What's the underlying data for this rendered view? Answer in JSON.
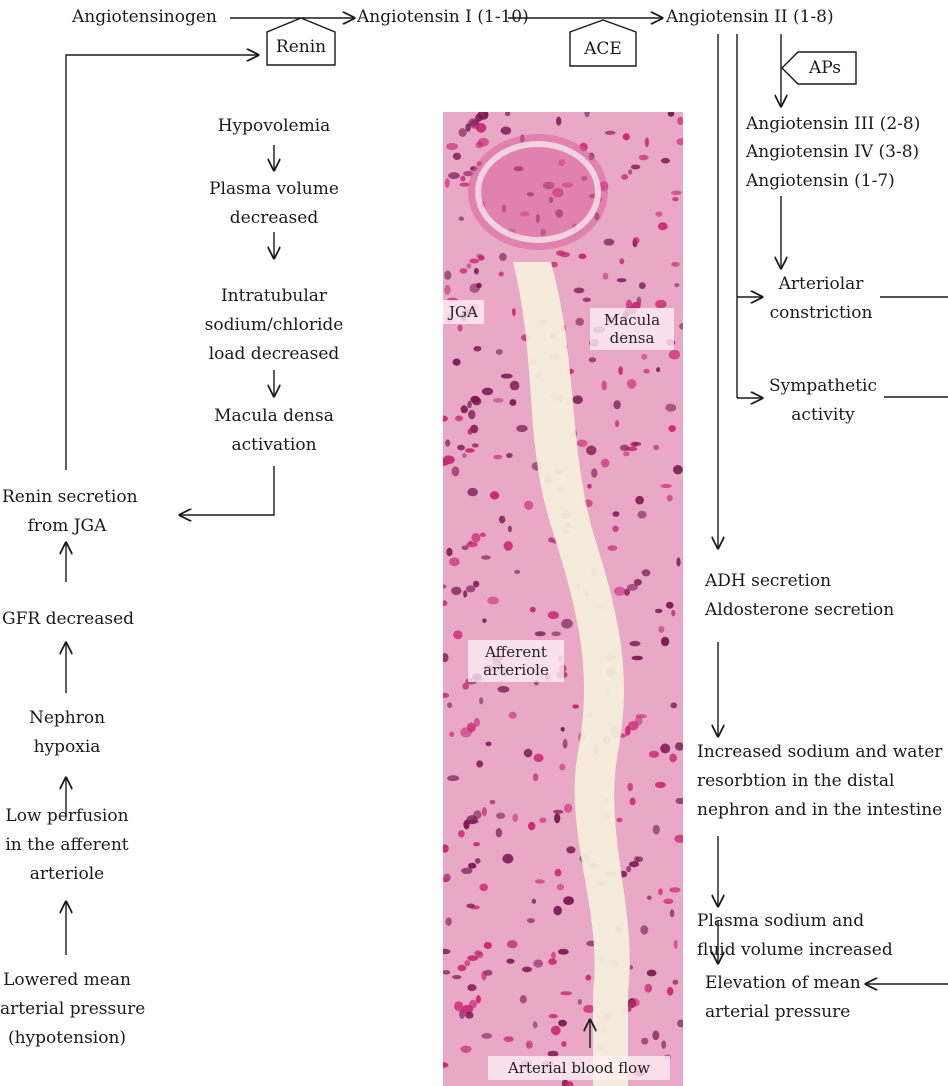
{
  "cascade": {
    "angiotensinogen": "Angiotensinogen",
    "ang1": "Angiotensin I (1-10)",
    "ang2": "Angiotensin II (1-8)",
    "renin_enzyme": "Renin",
    "ace_enzyme": "ACE",
    "aps_enzyme": "APs",
    "ang3": "Angiotensin III (2-8)",
    "ang4": "Angiotensin IV (3-8)",
    "ang17": "Angiotensin (1-7)"
  },
  "effects": {
    "arteriolar": [
      "Arteriolar",
      "constriction"
    ],
    "sympathetic": [
      "Sympathetic",
      "activity"
    ],
    "adh": "ADH secretion",
    "aldosterone": "Aldosterone secretion",
    "resorption": [
      "Increased sodium and water",
      "resorbtion in the distal",
      "nephron and in the intestine"
    ],
    "plasma": [
      "Plasma sodium and",
      "fluid volume increased"
    ],
    "elevation": [
      "Elevation of mean",
      "arterial pressure"
    ]
  },
  "center_chain": {
    "hypovolemia": "Hypovolemia",
    "plasma_decreased": [
      "Plasma volume",
      "decreased"
    ],
    "intratubular": [
      "Intratubular",
      "sodium/chloride",
      "load decreased"
    ],
    "macula_activation": [
      "Macula densa",
      "activation"
    ]
  },
  "left_chain": {
    "renin_secretion": [
      "Renin secretion",
      "from JGA"
    ],
    "gfr": "GFR decreased",
    "nephron": [
      "Nephron",
      "hypoxia"
    ],
    "low_perfusion": [
      "Low perfusion",
      "in the afferent",
      "arteriole"
    ],
    "lowered": [
      "Lowered mean",
      "arterial pressure",
      "(hypotension)"
    ]
  },
  "histology": {
    "jga": "JGA",
    "macula_densa": [
      "Macula",
      "densa"
    ],
    "afferent": [
      "Afferent",
      "arteriole"
    ],
    "blood_flow": "Arterial blood flow"
  },
  "colors": {
    "tissue_bg": "#f6dde6",
    "stain_dark": "#7a1650",
    "stain_mid": "#c8236e",
    "lumen": "#f4eedc"
  }
}
